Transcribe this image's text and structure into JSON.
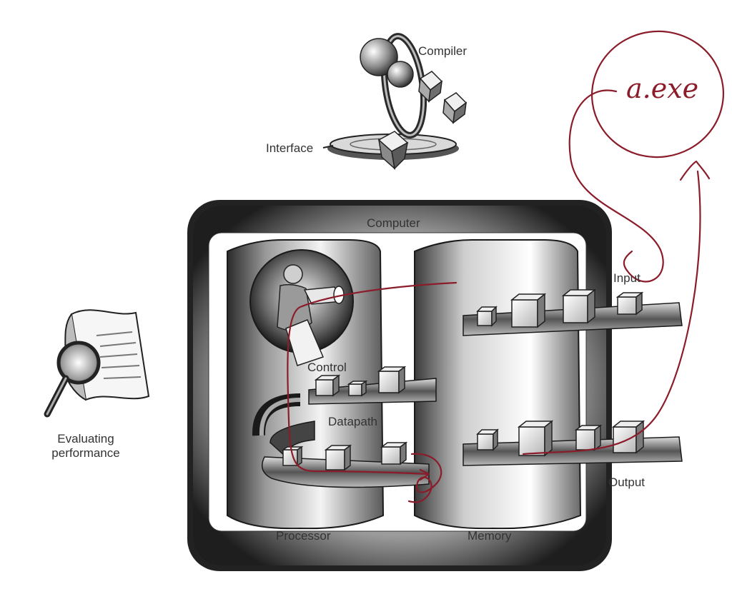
{
  "labels": {
    "compiler": "Compiler",
    "interface": "Interface",
    "computer": "Computer",
    "control": "Control",
    "datapath": "Datapath",
    "processor": "Processor",
    "memory": "Memory",
    "input": "Input",
    "output": "Output",
    "evaluating_line1": "Evaluating",
    "evaluating_line2": "performance"
  },
  "annotation": {
    "text": "a.exe"
  },
  "colors": {
    "ink": "#8b1c2a",
    "label": "#333333",
    "shade_dark": "#2a2a2a",
    "shade_mid": "#7a7a7a",
    "paper": "#ffffff"
  }
}
